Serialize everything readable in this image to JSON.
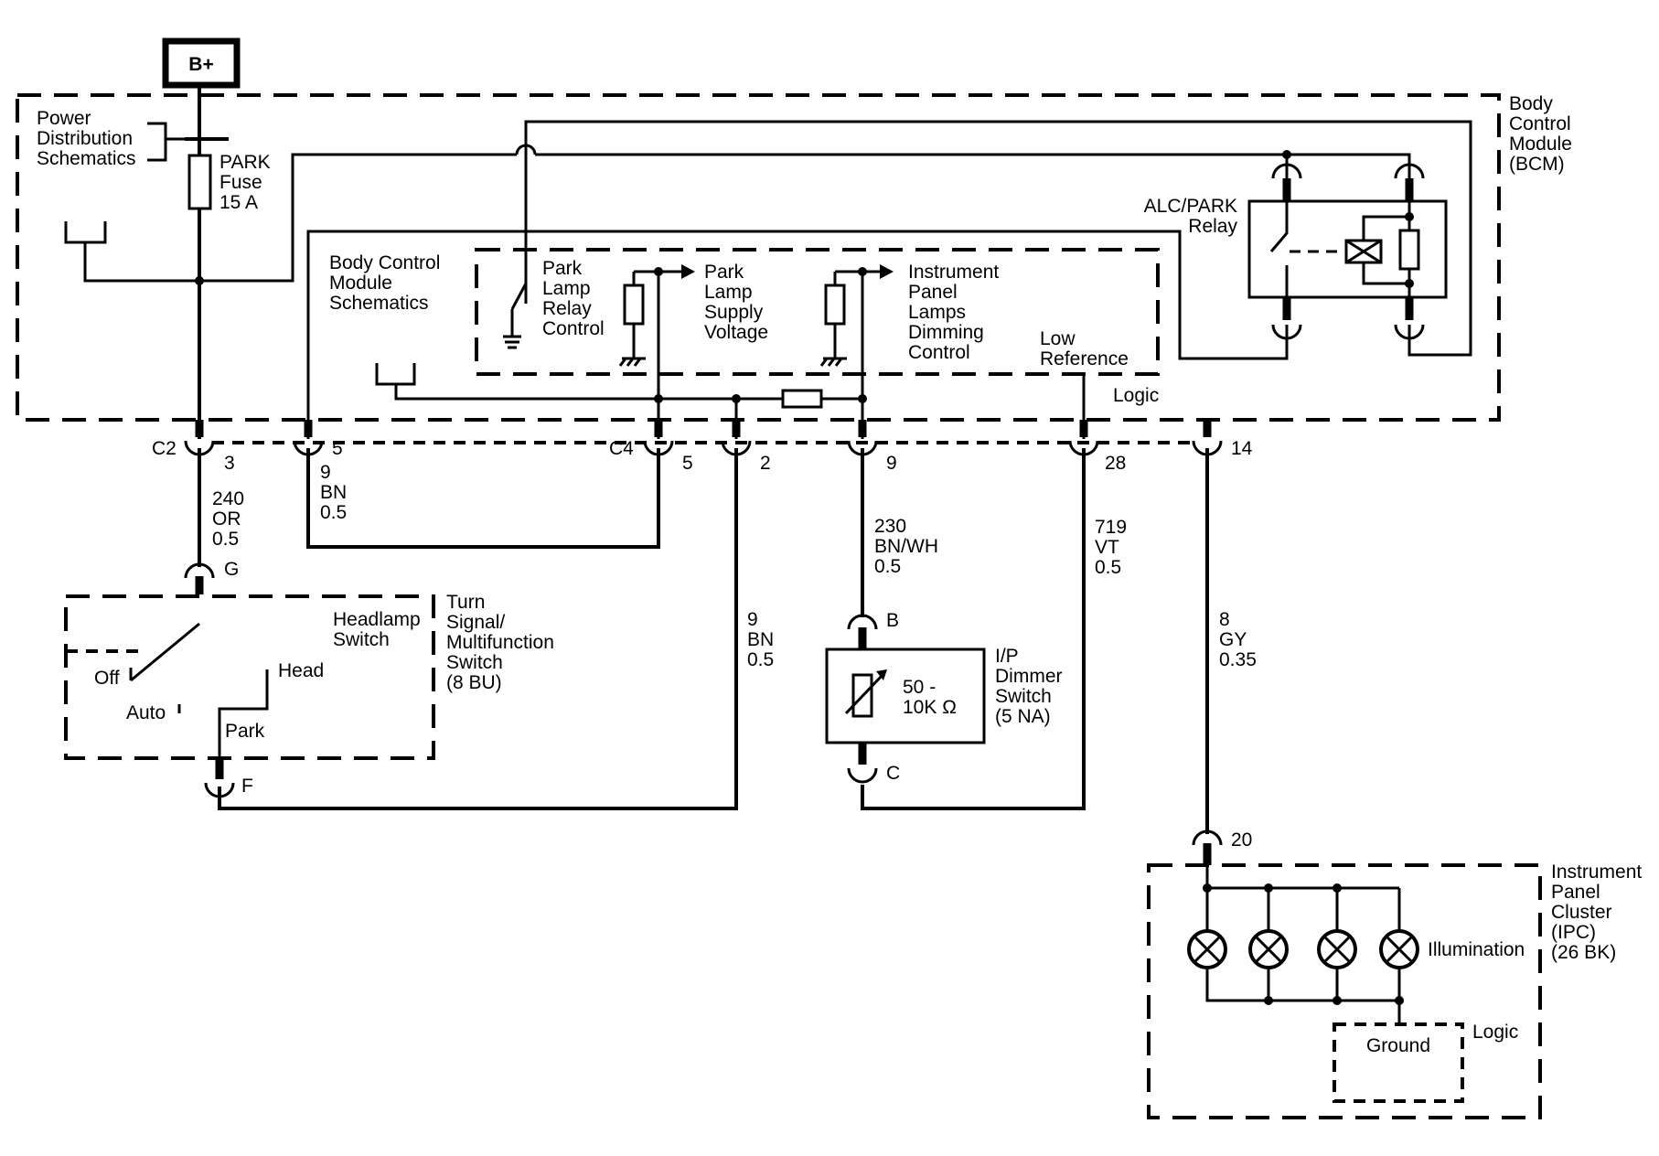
{
  "power": {
    "label": "B+"
  },
  "labels": {
    "power_dist": [
      "Power",
      "Distribution",
      "Schematics"
    ],
    "park_fuse": [
      "PARK",
      "Fuse",
      "15 A"
    ],
    "bcm": [
      "Body",
      "Control",
      "Module",
      "(BCM)"
    ],
    "bcm_schematics": [
      "Body Control",
      "Module",
      "Schematics"
    ],
    "park_lamp_relay_control": [
      "Park",
      "Lamp",
      "Relay",
      "Control"
    ],
    "park_lamp_supply_voltage": [
      "Park",
      "Lamp",
      "Supply",
      "Voltage"
    ],
    "ip_lamps_dimming": [
      "Instrument",
      "Panel",
      "Lamps",
      "Dimming",
      "Control"
    ],
    "low_reference": [
      "Low",
      "Reference"
    ],
    "bcm_logic": "Logic",
    "alc_park_relay": [
      "ALC/PARK",
      "Relay"
    ],
    "headlamp_switch": [
      "Headlamp",
      "Switch"
    ],
    "turn_signal_switch": [
      "Turn",
      "Signal/",
      "Multifunction",
      "Switch",
      "(8 BU)"
    ],
    "switch_positions": {
      "off": "Off",
      "auto": "Auto",
      "head": "Head",
      "park": "Park"
    },
    "dimmer_value": [
      "50 -",
      "10K Ω"
    ],
    "ip_dimmer_switch": [
      "I/P",
      "Dimmer",
      "Switch",
      "(5 NA)"
    ],
    "illumination": "Illumination",
    "ground": "Ground",
    "ipc_logic": "Logic",
    "ipc": [
      "Instrument",
      "Panel",
      "Cluster",
      "(IPC)",
      "(26 BK)"
    ]
  },
  "connectors": {
    "c2": "C2",
    "c4": "C4"
  },
  "pins": {
    "c2_3": "3",
    "c2_5": "5",
    "c4_5": "5",
    "c4_2": "2",
    "c4_9": "9",
    "c4_28": "28",
    "c4_14": "14",
    "g": "G",
    "f": "F",
    "b": "B",
    "c": "C",
    "ipc_20": "20"
  },
  "wires": {
    "w240": [
      "240",
      "OR",
      "0.5"
    ],
    "w9_left": [
      "9",
      "BN",
      "0.5"
    ],
    "w9_right": [
      "9",
      "BN",
      "0.5"
    ],
    "w230": [
      "230",
      "BN/WH",
      "0.5"
    ],
    "w719": [
      "719",
      "VT",
      "0.5"
    ],
    "w8": [
      "8",
      "GY",
      "0.35"
    ]
  }
}
